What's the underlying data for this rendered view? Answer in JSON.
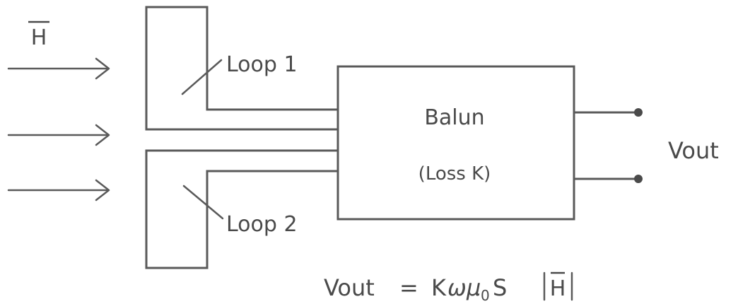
{
  "field": {
    "symbol": "H"
  },
  "loops": [
    {
      "label": "Loop 1"
    },
    {
      "label": "Loop 2"
    }
  ],
  "balun": {
    "title": "Balun",
    "subtitle": "(Loss K)"
  },
  "output": {
    "label": "Vout"
  },
  "equation": {
    "lhs": "Vout",
    "equals": "=",
    "rhs_prefix": "K",
    "omega": "ω",
    "mu": "μ",
    "mu_sub": "0",
    "area": "S",
    "field_symbol": "H"
  },
  "colors": {
    "line": "#5a5a5a",
    "text": "#4a4a4a",
    "background": "#ffffff"
  }
}
